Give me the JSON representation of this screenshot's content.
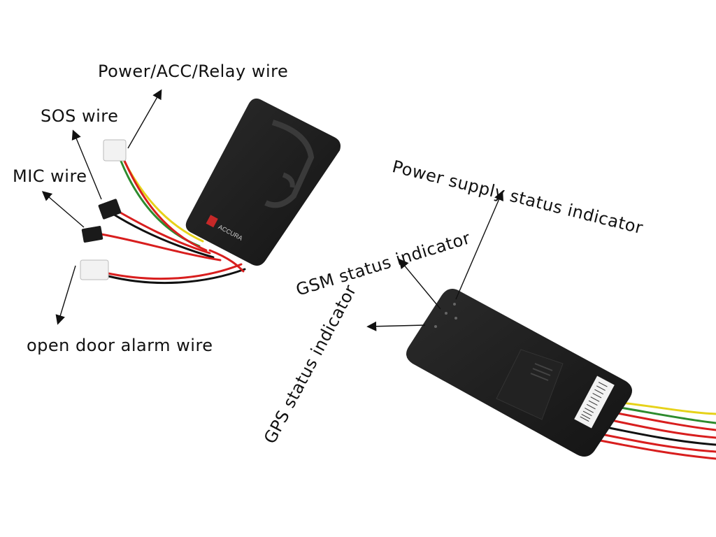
{
  "labels": {
    "power_acc_relay": "Power/ACC/Relay wire",
    "sos": "SOS wire",
    "mic": "MIC wire",
    "open_door": "open door alarm wire",
    "power_supply": "Power supply status indicator",
    "gsm": "GSM status indicator",
    "gps": "GPS status indicator"
  },
  "device_logo_text": "ACCURA",
  "colors": {
    "device_body": "#1d1d1d",
    "wire_red": "#d81e1e",
    "wire_yellow": "#e6d21a",
    "wire_green": "#2e8b2e",
    "wire_black": "#111111",
    "connector_white": "#f2f2f2",
    "connector_black": "#1a1a1a",
    "arrow": "#111111"
  }
}
